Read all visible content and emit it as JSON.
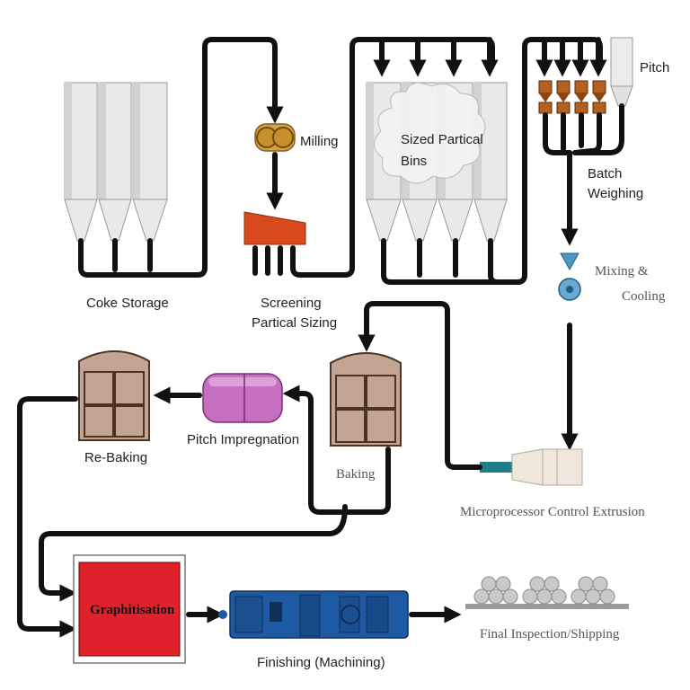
{
  "labels": {
    "coke_storage": "Coke Storage",
    "milling": "Milling",
    "screening_line1": "Screening",
    "screening_line2": "Partical Sizing",
    "sized_bins_line1": "Sized Partical",
    "sized_bins_line2": "Bins",
    "pitch": "Pitch",
    "batch_line1": "Batch",
    "batch_line2": "Weighing",
    "mixing_line1": "Mixing &",
    "mixing_line2": "Cooling",
    "extrusion": "Microprocessor Control Extrusion",
    "baking": "Baking",
    "pitch_impregnation": "Pitch Impregnation",
    "re_baking": "Re-Baking",
    "graphitisation": "Graphitisation",
    "finishing": "Finishing (Machining)",
    "final_inspection": "Final  Inspection/Shipping"
  },
  "colors": {
    "pipe": "#111111",
    "silo": "#e9e9e9",
    "mill": "#c8902a",
    "screen": "#d8491e",
    "batch_hopper": "#b4601e",
    "mixer": "#4f97c2",
    "furnace": "#c2a592",
    "impregnation": "#c56fc0",
    "graphitisation": "#e0202a",
    "finishing": "#1d5aa3",
    "extruder_nozzle": "#1f7e87"
  }
}
